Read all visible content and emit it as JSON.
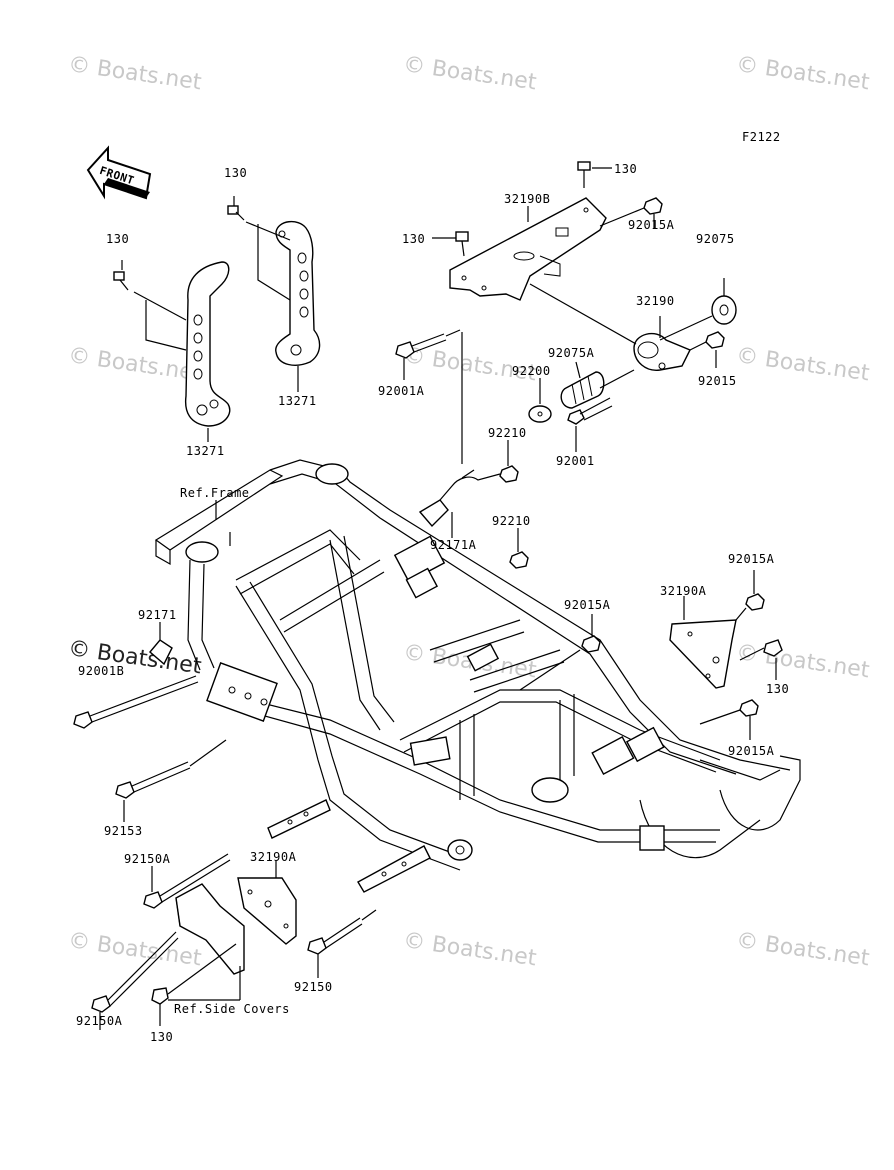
{
  "diagram_code": "F2122",
  "front_label": "FRONT",
  "watermark": "© Boats.net",
  "labels": {
    "l130_a": "130",
    "l130_b": "130",
    "l130_c": "130",
    "l130_d": "130",
    "l130_e": "130",
    "l130_f": "130",
    "l32190B": "32190B",
    "l92015A_a": "92015A",
    "l92075": "92075",
    "l32190": "32190",
    "l92015": "92015",
    "l92075A": "92075A",
    "l92200": "92200",
    "l92001": "92001",
    "l92001A": "92001A",
    "l13271_a": "13271",
    "l13271_b": "13271",
    "l92210_a": "92210",
    "l92210_b": "92210",
    "l92171A": "92171A",
    "l92171": "92171",
    "l92001B": "92001B",
    "l92015A_b": "92015A",
    "l92015A_c": "92015A",
    "l92015A_d": "92015A",
    "l32190A_a": "32190A",
    "l32190A_b": "32190A",
    "l92153": "92153",
    "l92150A_a": "92150A",
    "l92150A_b": "92150A",
    "l92150": "92150",
    "ref_frame": "Ref.Frame",
    "ref_side_covers": "Ref.Side Covers"
  }
}
